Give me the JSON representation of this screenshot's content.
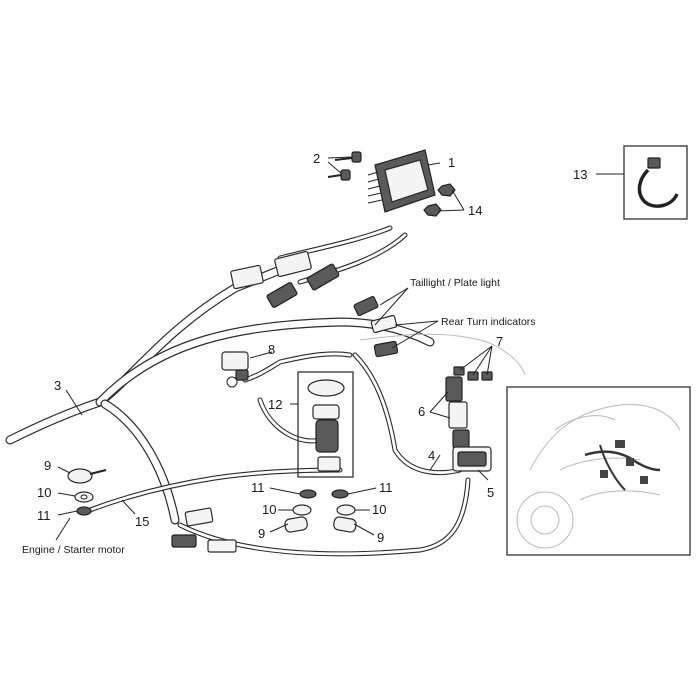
{
  "labels": {
    "n1": "1",
    "n2": "2",
    "n3": "3",
    "n4": "4",
    "n5": "5",
    "n6": "6",
    "n7": "7",
    "n8": "8",
    "n9a": "9",
    "n9b": "9",
    "n10a": "10",
    "n10b": "10",
    "n10c": "10",
    "n11a": "11",
    "n11b": "11",
    "n11c": "11",
    "n12": "12",
    "n13": "13",
    "n14": "14",
    "n15": "15"
  },
  "annotations": {
    "taillight": "Taillight / Plate light",
    "rear_turn": "Rear Turn indicators",
    "engine": "Engine / Starter motor"
  },
  "colors": {
    "line": "#2b2b2b",
    "part_fill": "#f4f4f4",
    "dark_part": "#5a5a5a",
    "ghost": "#b9b9b9"
  }
}
